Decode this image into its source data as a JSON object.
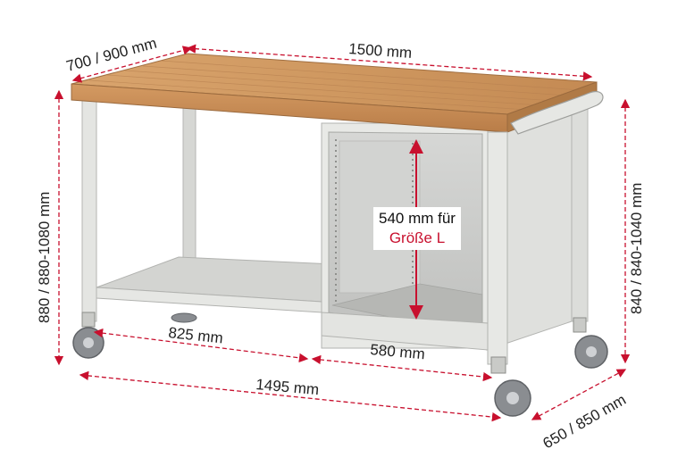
{
  "dimensions": {
    "depth_top": "700 / 900 mm",
    "width_top": "1500 mm",
    "height_left": "880 / 880-1080 mm",
    "height_right": "840 / 840-1040 mm",
    "shelf_width": "825 mm",
    "cabinet_width": "580 mm",
    "base_width": "1495 mm",
    "base_depth": "650 / 850 mm"
  },
  "cabinet_label": {
    "line1": "540 mm für",
    "line2": "Größe L"
  },
  "colors": {
    "dimension_arrow": "#c8102e",
    "frame": "#e2e3e1",
    "worktop": "#c98f5a",
    "cabinet_interior": "#cfd0ce"
  }
}
